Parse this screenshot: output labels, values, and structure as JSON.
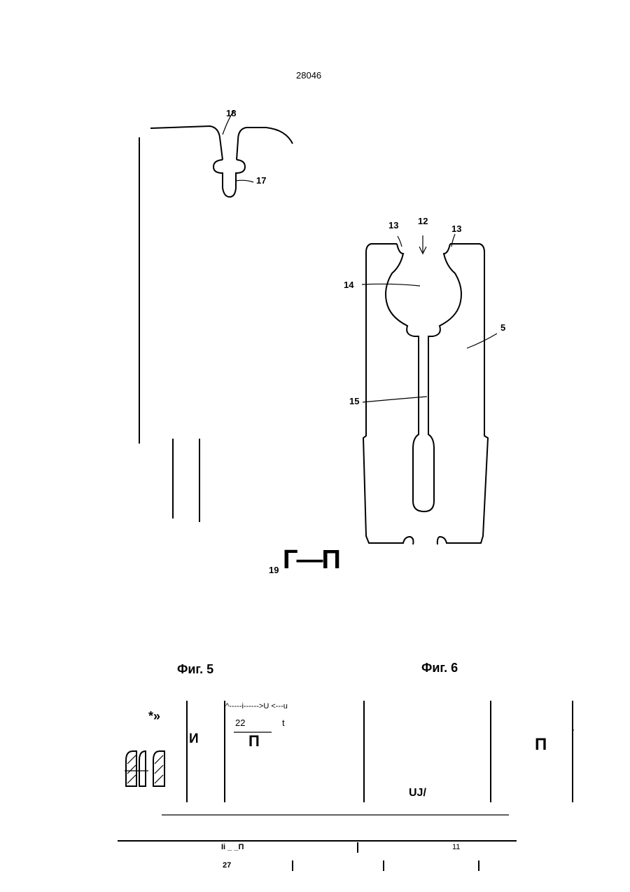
{
  "page": {
    "number": "28046",
    "fig5_caption": "Фиг. 5",
    "fig6_caption": "Фиг. 6"
  },
  "fig5": {
    "labels": {
      "l18": "18",
      "l17": "17"
    }
  },
  "fig6": {
    "labels": {
      "l13a": "13",
      "l12": "12",
      "l13b": "13",
      "l14": "14",
      "l5": "5",
      "l15": "15"
    }
  },
  "fig7": {
    "num": "19",
    "glyph": "Г—П"
  },
  "lower": {
    "star": "*»",
    "char_i": "И",
    "arrow_text": "^-----i------>U <---u",
    "num22": "22",
    "t": "t",
    "pi_a": "П",
    "uj": "UJ/",
    "pi_b": "П",
    "tick": "'"
  },
  "footer": {
    "row1_left": "Ii _ _П",
    "row1_right": "11",
    "row2_left": "27"
  }
}
